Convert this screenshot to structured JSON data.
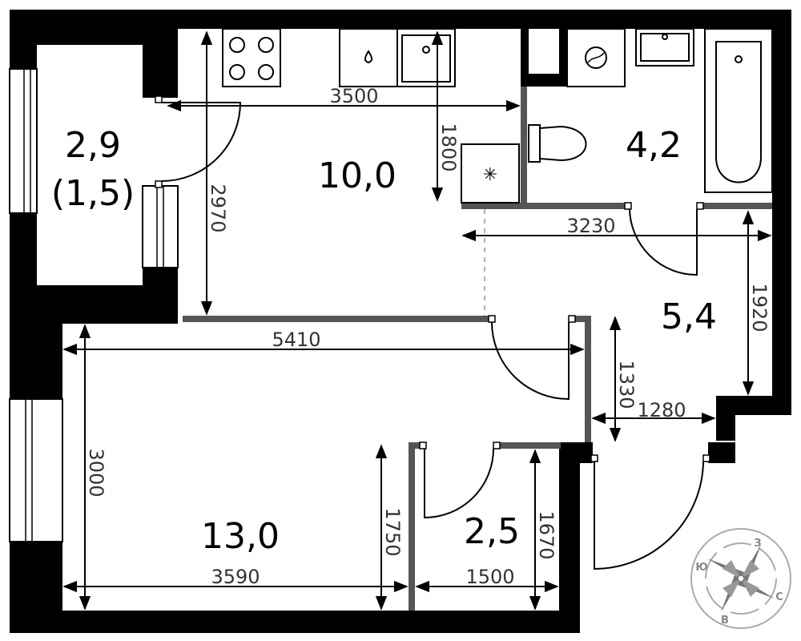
{
  "rooms": [
    {
      "id": "balcony",
      "area": "2,9",
      "area_sub": "(1,5)"
    },
    {
      "id": "kitchen",
      "area": "10,0"
    },
    {
      "id": "bathroom",
      "area": "4,2"
    },
    {
      "id": "hall",
      "area": "5,4"
    },
    {
      "id": "living",
      "area": "13,0"
    },
    {
      "id": "closet",
      "area": "2,5"
    }
  ],
  "dimensions": {
    "kitchen_width": "3500",
    "kitchen_depth": "2970",
    "kitchen_counter": "1800",
    "hall_width": "3230",
    "hall_depth": "1920",
    "total_width": "5410",
    "corridor_depth": "1330",
    "corridor_width": "1280",
    "living_depth": "3000",
    "living_width": "3590",
    "living_niche": "1750",
    "closet_width": "1500",
    "closet_depth": "1670"
  },
  "compass": {
    "n": "З",
    "e": "С",
    "s": "В",
    "w": "Ю"
  }
}
